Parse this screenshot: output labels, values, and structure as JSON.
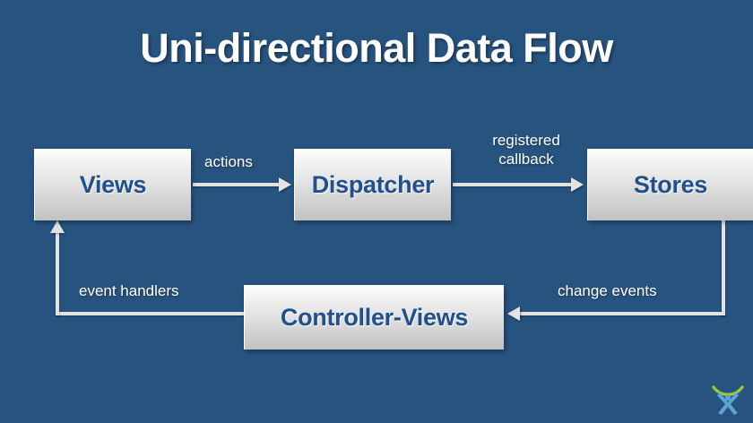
{
  "slide": {
    "title": "Uni-directional Data Flow",
    "background_color": "#27537f",
    "node_text_color": "#21508c",
    "connector_color": "#e3e3e3"
  },
  "nodes": [
    {
      "id": "views",
      "label": "Views"
    },
    {
      "id": "dispatcher",
      "label": "Dispatcher"
    },
    {
      "id": "stores",
      "label": "Stores"
    },
    {
      "id": "controller",
      "label": "Controller-Views"
    }
  ],
  "edges": [
    {
      "id": "actions",
      "label": "actions",
      "from": "views",
      "to": "dispatcher"
    },
    {
      "id": "callback",
      "label": "registered\ncallback",
      "line1": "registered",
      "line2": "callback",
      "from": "dispatcher",
      "to": "stores"
    },
    {
      "id": "change",
      "label": "change events",
      "from": "stores",
      "to": "controller"
    },
    {
      "id": "events",
      "label": "event handlers",
      "from": "controller",
      "to": "views"
    }
  ],
  "logo": {
    "name": "x-figure-logo",
    "mark_color": "#5da3d4",
    "arc_color": "#9ac63f"
  }
}
